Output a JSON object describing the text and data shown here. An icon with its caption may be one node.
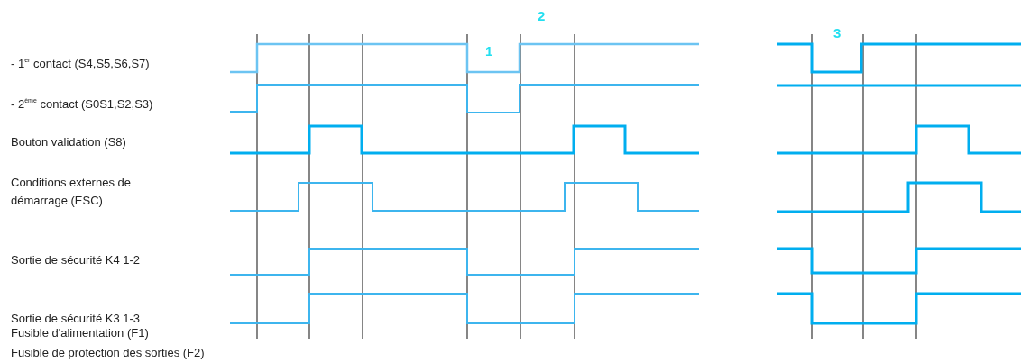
{
  "diagram": {
    "labels": [
      "2",
      "3",
      "1",
      "- 1$^{er}$ contact (S4,S5,S6,S7)",
      "- 2$^{ème}$ contact (S0S1,S2,S3)",
      "Bouton validation (S8)",
      "Conditions externes de démarrage (ESC)",
      "Sortie de sécurité K4 1-2",
      "Sortie de sécurité K3 1-3",
      "Fusible d'alimentation (F1)",
      "Fusible de protection des sorties (F2)"
    ]
  }
}
